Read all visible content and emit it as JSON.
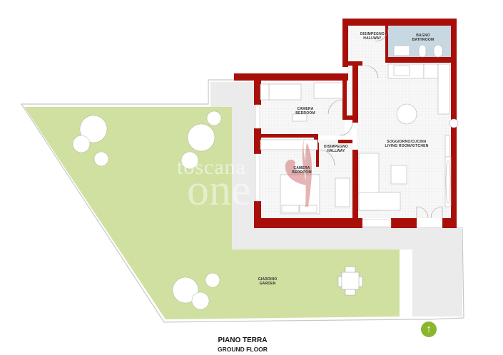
{
  "plan": {
    "title": "PIANO TERRA",
    "subtitle": "GROUND FLOOR",
    "north_icon": "up-arrow-icon",
    "north_symbol": "↑"
  },
  "rooms": {
    "hallway_top": {
      "it": "DISIMPEGNO",
      "en": "HALLWAY"
    },
    "bathroom": {
      "it": "BAGNO",
      "en": "BATHROOM"
    },
    "bedroom_1": {
      "it": "CAMERA",
      "en": "BEDROOM"
    },
    "hallway_mid": {
      "it": "DISIMPEGNO",
      "en": "HALLWAY"
    },
    "bedroom_2": {
      "it": "CAMERA",
      "en": "BEDROOM"
    },
    "living": {
      "it": "SOGGIORNO/CUCINA",
      "en": "LIVING ROOM/KITCHEN"
    },
    "garden": {
      "it": "GIARDINO",
      "en": "GARDEN"
    }
  },
  "watermark": {
    "line1": "toscana",
    "line2": "one"
  },
  "colors": {
    "wall": "#a80f08",
    "garden": "#cfe0a0",
    "terrace": "#ebebeb",
    "bathroom": "#c8d8e2",
    "floor": "#f7f7f7",
    "north": "#8ab62e"
  }
}
